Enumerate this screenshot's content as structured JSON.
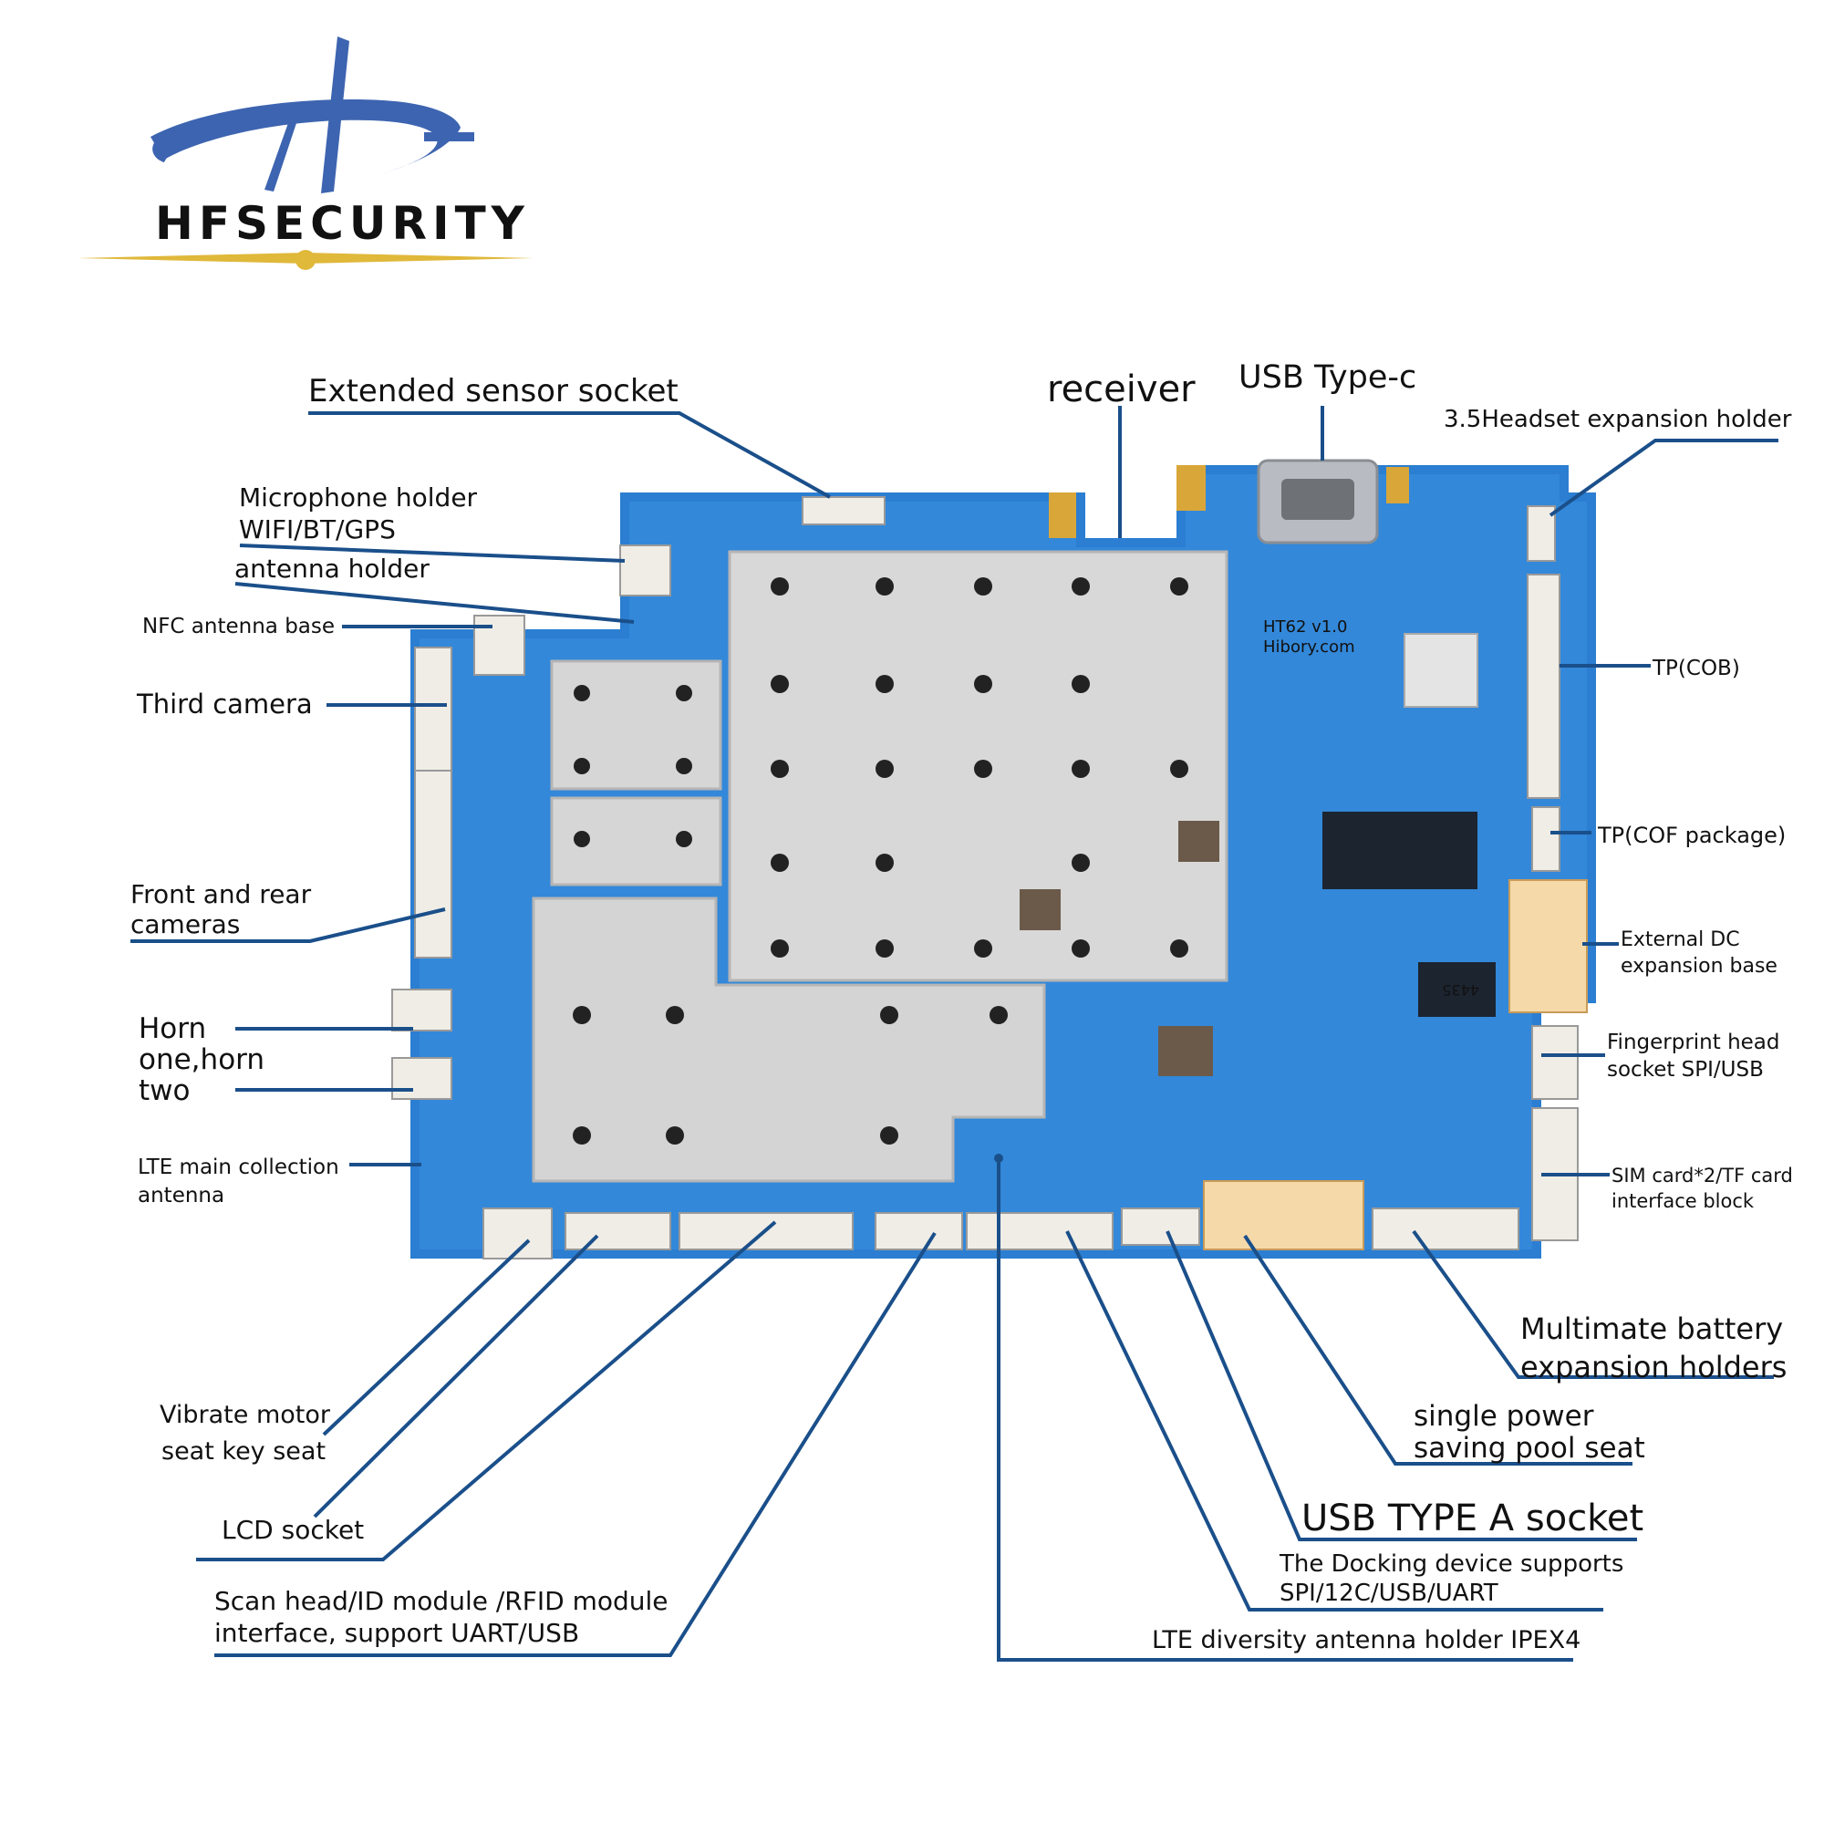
{
  "brand": {
    "name": "HFSECURITY",
    "colors": {
      "blue": "#3d64b0",
      "gold": "#e0b83a"
    }
  },
  "board": {
    "silkscreen_model": "HT62 v1.0",
    "silkscreen_url": "Hibory.com",
    "chip_marking": "4435"
  },
  "labels": {
    "extended_sensor_socket": "Extended sensor socket",
    "receiver": "receiver",
    "usb_type_c": "USB Type-c",
    "headset_holder": "3.5Headset expansion holder",
    "microphone_holder": "Microphone holder",
    "wifi_bt_gps": "WIFI/BT/GPS",
    "antenna_holder": "antenna holder",
    "nfc_antenna_base": "NFC antenna base",
    "third_camera": "Third  camera",
    "front_rear_1": "Front and rear",
    "front_rear_2": "cameras",
    "horn_1": "Horn",
    "horn_2": "one,horn",
    "horn_3": "two",
    "lte_main_1": "LTE main collection",
    "lte_main_2": "antenna",
    "tp_cob": "TP(COB)",
    "tp_cof": "TP(COF package)",
    "ext_dc_1": "External DC",
    "ext_dc_2": "expansion base",
    "fingerprint_1": "Fingerprint head",
    "fingerprint_2": "socket SPI/USB",
    "sim_1": "SIM card*2/TF card",
    "sim_2": "interface block",
    "battery_1": "Multimate battery",
    "battery_2": "expansion holders",
    "power_1": "single power",
    "power_2": "saving pool seat",
    "usb_a": "USB TYPE A socket",
    "docking_1": "The Docking device supports",
    "docking_2": "SPI/12C/USB/UART",
    "lte_div": "LTE diversity antenna holder IPEX4",
    "vibrate_1": "Vibrate motor",
    "vibrate_2": "seat key seat",
    "lcd": "LCD socket",
    "scan_1": "Scan head/ID module /RFID module",
    "scan_2": "interface,  support UART/USB"
  }
}
